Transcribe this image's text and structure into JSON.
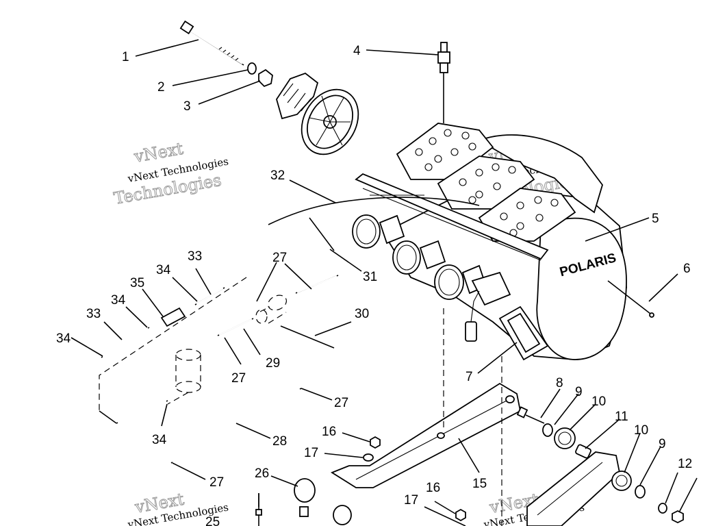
{
  "watermark": {
    "line1": "vNext Technologies",
    "line2": "vNext",
    "line3": "Technologies"
  },
  "callouts": [
    {
      "id": "c1",
      "label": "1"
    },
    {
      "id": "c2",
      "label": "2"
    },
    {
      "id": "c3",
      "label": "3"
    },
    {
      "id": "c4",
      "label": "4"
    },
    {
      "id": "c5",
      "label": "5"
    },
    {
      "id": "c6",
      "label": "6"
    },
    {
      "id": "c7",
      "label": "7"
    },
    {
      "id": "c8",
      "label": "8"
    },
    {
      "id": "c9a",
      "label": "9"
    },
    {
      "id": "c9b",
      "label": "9"
    },
    {
      "id": "c10a",
      "label": "10"
    },
    {
      "id": "c10b",
      "label": "10"
    },
    {
      "id": "c11",
      "label": "11"
    },
    {
      "id": "c12",
      "label": "12"
    },
    {
      "id": "c15",
      "label": "15"
    },
    {
      "id": "c16a",
      "label": "16"
    },
    {
      "id": "c16b",
      "label": "16"
    },
    {
      "id": "c17a",
      "label": "17"
    },
    {
      "id": "c17b",
      "label": "17"
    },
    {
      "id": "c25",
      "label": "25"
    },
    {
      "id": "c26",
      "label": "26"
    },
    {
      "id": "c27a",
      "label": "27"
    },
    {
      "id": "c27b",
      "label": "27"
    },
    {
      "id": "c27c",
      "label": "27"
    },
    {
      "id": "c27d",
      "label": "27"
    },
    {
      "id": "c28",
      "label": "28"
    },
    {
      "id": "c29",
      "label": "29"
    },
    {
      "id": "c30",
      "label": "30"
    },
    {
      "id": "c31",
      "label": "31"
    },
    {
      "id": "c32",
      "label": "32"
    },
    {
      "id": "c33a",
      "label": "33"
    },
    {
      "id": "c33b",
      "label": "33"
    },
    {
      "id": "c34a",
      "label": "34"
    },
    {
      "id": "c34b",
      "label": "34"
    },
    {
      "id": "c34c",
      "label": "34"
    },
    {
      "id": "c34d",
      "label": "34"
    },
    {
      "id": "c35",
      "label": "35"
    }
  ],
  "engine_brand": "POLARIS"
}
